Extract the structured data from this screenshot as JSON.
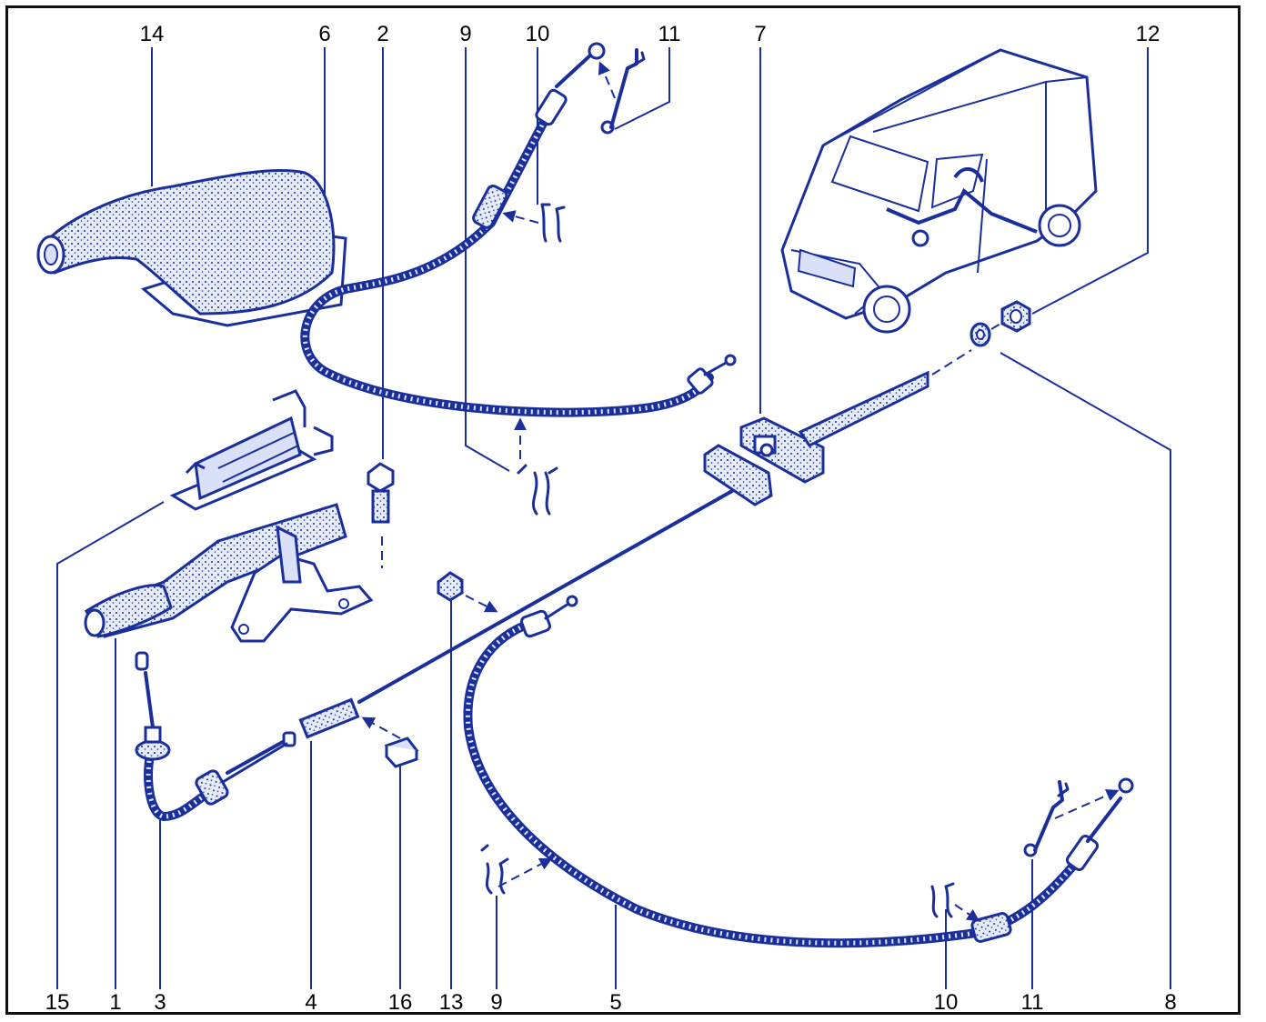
{
  "callouts_top": [
    "14",
    "6",
    "2",
    "9",
    "10",
    "11",
    "7",
    "12"
  ],
  "callouts_bottom": [
    "15",
    "1",
    "3",
    "4",
    "16",
    "13",
    "9",
    "5",
    "10",
    "11",
    "8"
  ],
  "colors": {
    "ink": "#1a2f9c",
    "fill": "#d9e0f7",
    "frame": "#111111"
  }
}
